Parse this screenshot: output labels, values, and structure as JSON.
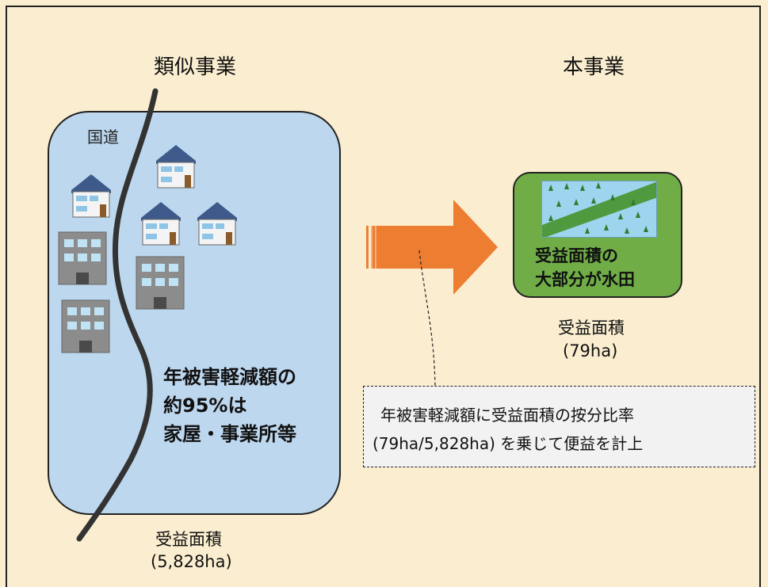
{
  "left": {
    "title": "類似事業",
    "road_label": "国道",
    "summary_lines": [
      "年被害軽減額の",
      "約95%は",
      "家屋・事業所等"
    ],
    "area_label": "受益面積",
    "area_value": "(5,828ha)"
  },
  "right": {
    "title": "本事業",
    "box_lines": [
      "受益面積の",
      "大部分が水田"
    ],
    "area_label": "受益面積",
    "area_value": "(79ha)"
  },
  "note": {
    "line1": "年被害軽減額に受益面積の按分比率",
    "line2": "(79ha/5,828ha) を乗じて便益を計上"
  },
  "colors": {
    "background": "#fbeed0",
    "left_box": "#bdd7ee",
    "right_box": "#70ad47",
    "arrow": "#ed7d31",
    "note_box": "#f2f2f2"
  },
  "icons": [
    "house-icon",
    "office-building-icon",
    "rice-paddy-icon",
    "arrow-right-icon"
  ]
}
